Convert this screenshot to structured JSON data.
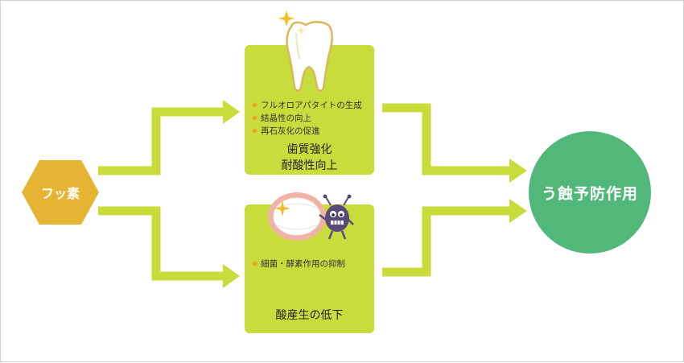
{
  "colors": {
    "arrow": "#c8dc3c",
    "box": "#c8dc3c",
    "hexagon": "#e5b432",
    "circle": "#52b87a",
    "bullet": "#f0a020",
    "tooth_outline": "#d8b858",
    "sparkle": "#f0c020"
  },
  "source": {
    "label": "フッ素"
  },
  "upper_box": {
    "bullets": [
      "フルオロアパタイトの生成",
      "結晶性の向上",
      "再石灰化の促進"
    ],
    "title_line1": "歯質強化",
    "title_line2": "耐酸性向上",
    "illustration": "tooth-icon"
  },
  "lower_box": {
    "bullets": [
      "細菌・酵素作用の抑制"
    ],
    "title": "酸産生の低下",
    "illustration": "mouth-bacteria-icon"
  },
  "result": {
    "label": "う蝕予防作用"
  }
}
